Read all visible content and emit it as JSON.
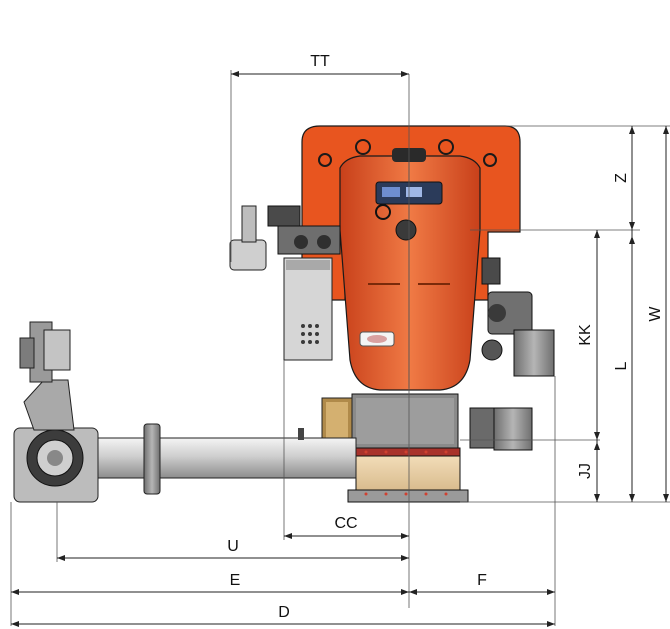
{
  "dimensions": {
    "TT": "TT",
    "Z": "Z",
    "W": "W",
    "KK": "KK",
    "L": "L",
    "JJ": "JJ",
    "CC": "CC",
    "U": "U",
    "E": "E",
    "F": "F",
    "D": "D"
  },
  "colors": {
    "housing": "#e8551f",
    "housing_dark": "#b83a10",
    "panel": "#d8d8d8",
    "pipe": "#c9c9c9",
    "blast_tube": "#e8cfa8",
    "motor": "#8a8a8a"
  }
}
